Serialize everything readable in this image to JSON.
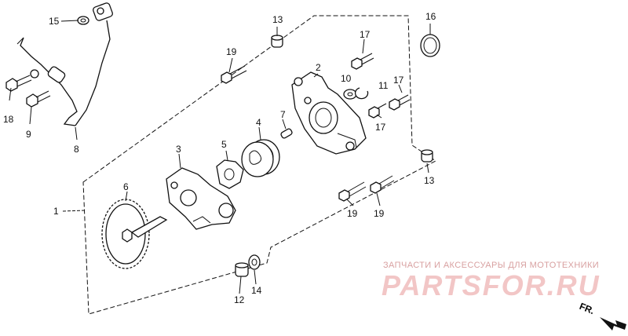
{
  "callouts": {
    "c1": "1",
    "c2": "2",
    "c3": "3",
    "c4": "4",
    "c5": "5",
    "c6": "6",
    "c7": "7",
    "c8": "8",
    "c9": "9",
    "c10": "10",
    "c11": "11",
    "c12": "12",
    "c13a": "13",
    "c13b": "13",
    "c14": "14",
    "c15": "15",
    "c16": "16",
    "c17a": "17",
    "c17b": "17",
    "c17c": "17",
    "c18": "18",
    "c19a": "19",
    "c19b": "19",
    "c19c": "19"
  },
  "watermark": {
    "subtitle": "ЗАПЧАСТИ И АКСЕССУАРЫ ДЛЯ МОТОТЕХНИКИ",
    "logo": "PARTSFOR.RU"
  },
  "direction_label": "FR."
}
